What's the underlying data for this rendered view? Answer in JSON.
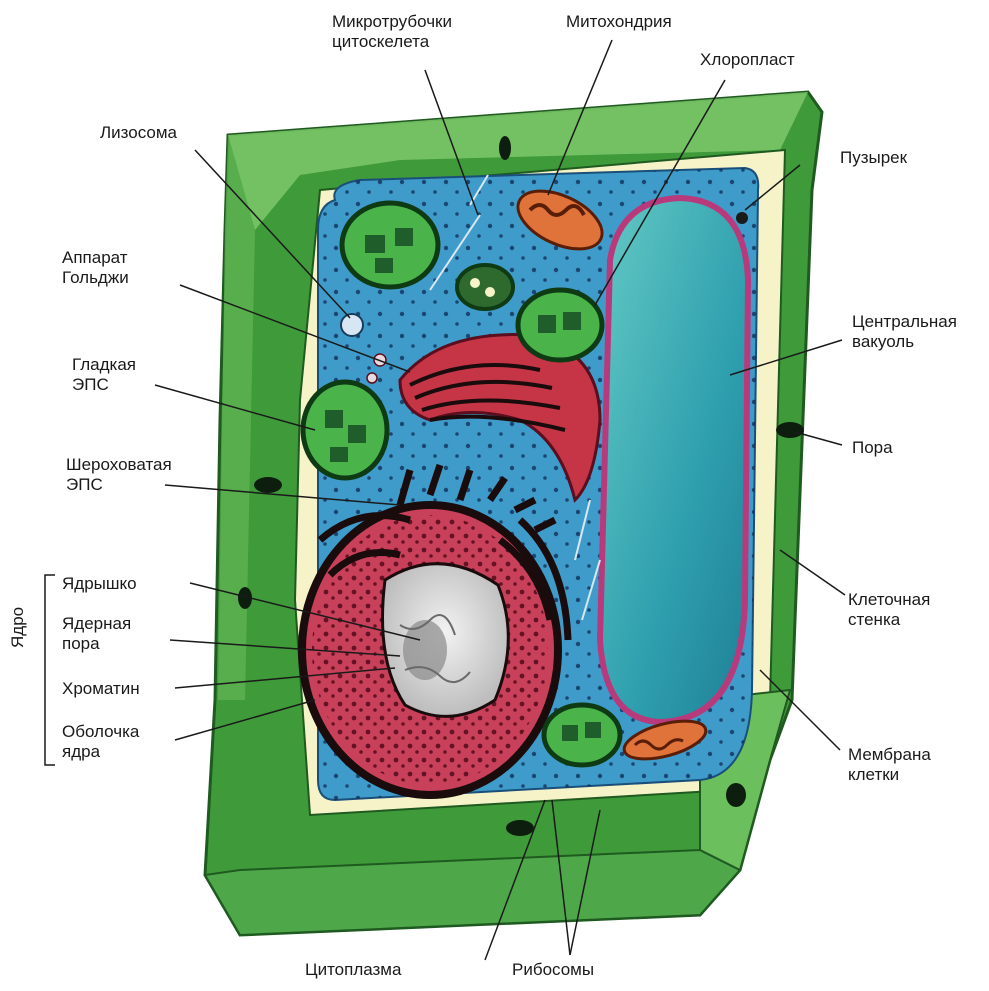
{
  "labels": {
    "microtubules": "Микротрубочки\nцитоскелета",
    "mitochondria": "Митохондрия",
    "chloroplast": "Хлоропласт",
    "lysosome": "Лизосома",
    "vesicle": "Пузырек",
    "golgi": "Аппарат\nГольджи",
    "central_vacuole": "Центральная\nвакуоль",
    "smooth_er": "Гладкая\nЭПС",
    "pore": "Пора",
    "rough_er": "Шероховатая\nЭПС",
    "nucleolus": "Ядрышко",
    "nuclear_pore": "Ядерная\nпора",
    "chromatin": "Хроматин",
    "nuclear_envelope": "Оболочка\nядра",
    "cell_wall": "Клеточная\nстенка",
    "cell_membrane": "Мембрана\nклетки",
    "cytoplasm": "Цитоплазма",
    "ribosomes": "Рибосомы",
    "nucleus_group": "Ядро"
  },
  "colors": {
    "cell_wall": "#3f9a3a",
    "cell_wall_light": "#7cc86a",
    "membrane_gap": "#f6f3c8",
    "cytoplasm": "#3f9bc9",
    "vacuole": "#3bb3b0",
    "vacuole_edge": "#b83a7c",
    "nucleus_envelope": "#c9405a",
    "nucleoplasm": "#dcdcdc",
    "er": "#1a0c0c",
    "golgi": "#c63546",
    "chloroplast": "#1f5e2a",
    "chloroplast_inner": "#4ab34a",
    "mitochondria": "#e0733a"
  }
}
